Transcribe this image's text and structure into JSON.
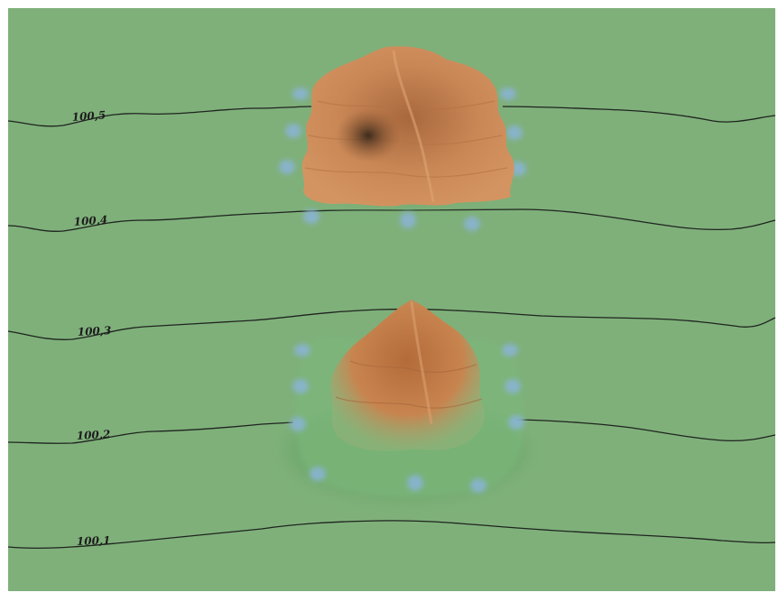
{
  "map": {
    "background_color": "#7fb07a",
    "mound_color": "#c68251",
    "water_color": "#8ab4d8"
  },
  "contours": [
    {
      "id": "c5",
      "label": "100,5"
    },
    {
      "id": "c4",
      "label": "100,4"
    },
    {
      "id": "c3",
      "label": "100,3"
    },
    {
      "id": "c2",
      "label": "100,2"
    },
    {
      "id": "c1",
      "label": "100,1"
    }
  ]
}
